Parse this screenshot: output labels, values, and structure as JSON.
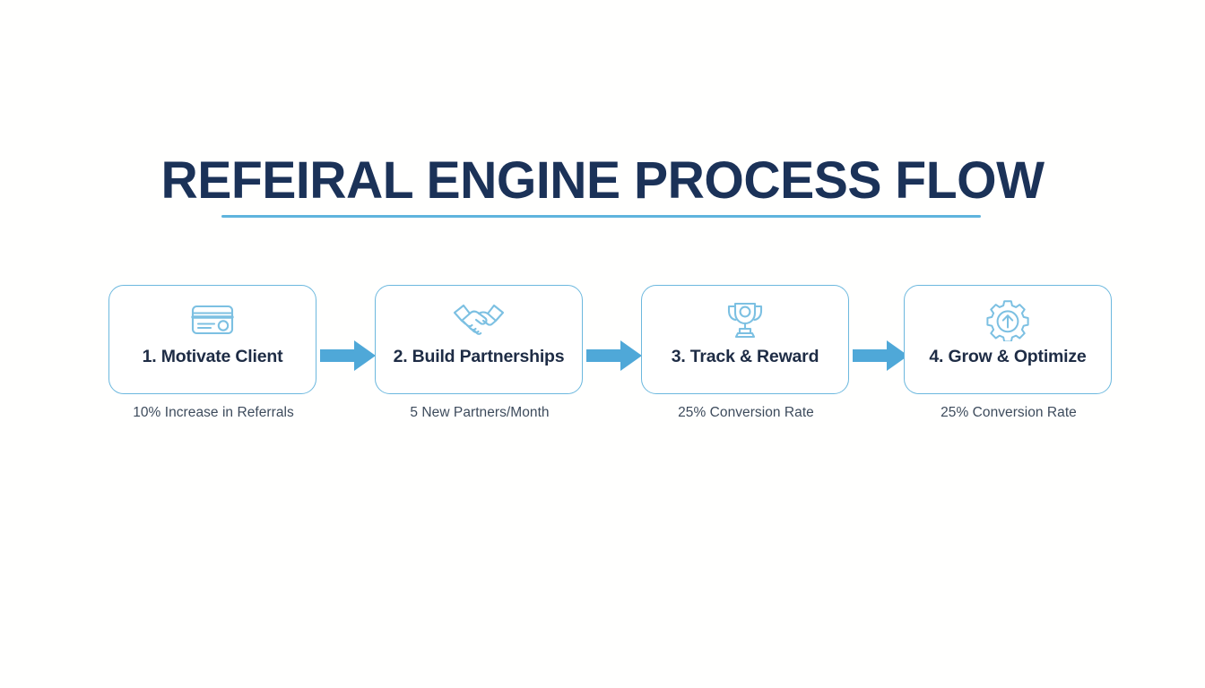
{
  "slide": {
    "title": "REFEIRAL ENGINE PROCESS FLOW",
    "background_color": "#ffffff",
    "accent_color": "#5fb4dd",
    "arrow_color": "#4fa8d8",
    "title_color": "#1b3258",
    "card_border_color": "#6cb8de",
    "card_title_color": "#1e2c45",
    "caption_color": "#3d4b5c"
  },
  "steps": [
    {
      "icon": "credit-card-icon",
      "title": "1. Motivate Client",
      "caption": "10% Increase in Referrals"
    },
    {
      "icon": "handshake-icon",
      "title": "2. Build Partnerships",
      "caption": "5 New Partners/Month"
    },
    {
      "icon": "trophy-icon",
      "title": "3. Track & Reward",
      "caption": "25% Conversion Rate"
    },
    {
      "icon": "gear-arrow-up-icon",
      "title": "4. Grow & Optimize",
      "caption": "25% Conversion Rate"
    }
  ],
  "connectors": [
    {
      "name": "arrow-right-icon-1"
    },
    {
      "name": "arrow-right-icon-2"
    },
    {
      "name": "arrow-right-icon-3"
    }
  ]
}
